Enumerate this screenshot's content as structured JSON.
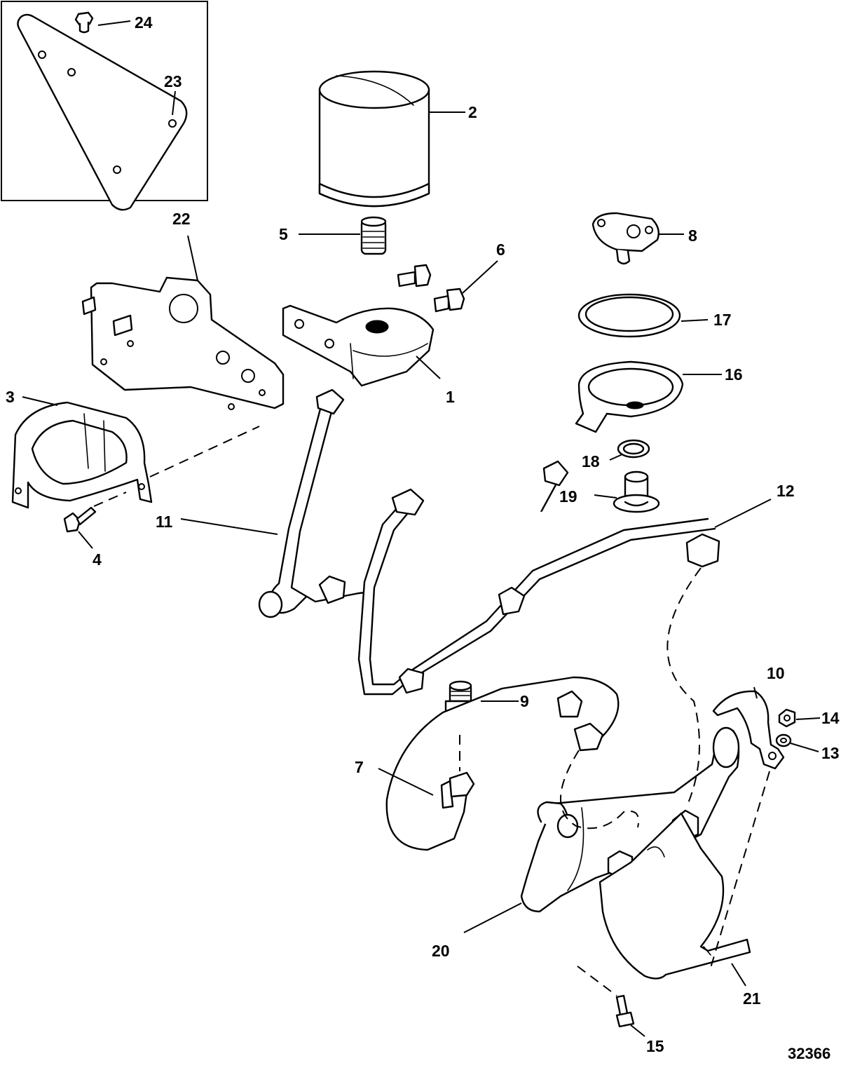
{
  "figure_number": "32366",
  "callouts": [
    {
      "id": "c1",
      "label": "1"
    },
    {
      "id": "c2",
      "label": "2"
    },
    {
      "id": "c3",
      "label": "3"
    },
    {
      "id": "c4",
      "label": "4"
    },
    {
      "id": "c5",
      "label": "5"
    },
    {
      "id": "c6",
      "label": "6"
    },
    {
      "id": "c7",
      "label": "7"
    },
    {
      "id": "c8",
      "label": "8"
    },
    {
      "id": "c9",
      "label": "9"
    },
    {
      "id": "c10",
      "label": "10"
    },
    {
      "id": "c11",
      "label": "11"
    },
    {
      "id": "c12",
      "label": "12"
    },
    {
      "id": "c13",
      "label": "13"
    },
    {
      "id": "c14",
      "label": "14"
    },
    {
      "id": "c15",
      "label": "15"
    },
    {
      "id": "c16",
      "label": "16"
    },
    {
      "id": "c17",
      "label": "17"
    },
    {
      "id": "c18",
      "label": "18"
    },
    {
      "id": "c19",
      "label": "19"
    },
    {
      "id": "c20",
      "label": "20"
    },
    {
      "id": "c21",
      "label": "21"
    },
    {
      "id": "c22",
      "label": "22"
    },
    {
      "id": "c23",
      "label": "23"
    },
    {
      "id": "c24",
      "label": "24"
    }
  ]
}
